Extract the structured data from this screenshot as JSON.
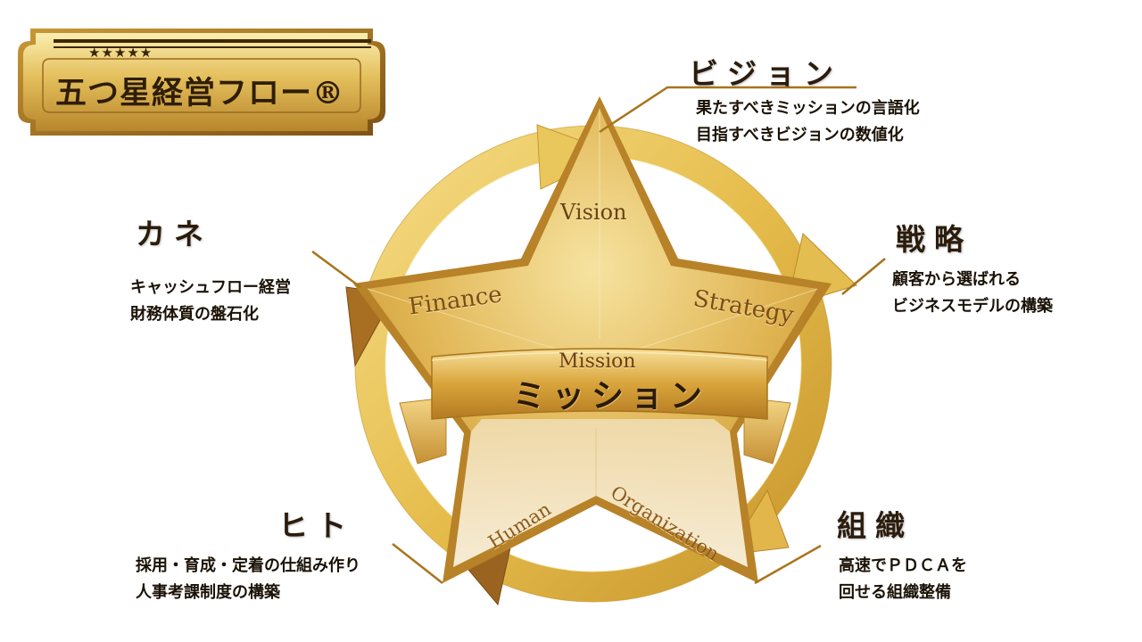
{
  "title": {
    "stars": "★★★★★",
    "text": "五つ星経営フロー®"
  },
  "star": {
    "vision": "Vision",
    "finance": "Finance",
    "strategy": "Strategy",
    "human": "Human",
    "organization": "Organization",
    "mission_en": "Mission",
    "mission_ja": "ミッション"
  },
  "callouts": {
    "vision": {
      "heading": "ビジョン",
      "lines": [
        "果たすべきミッションの言語化",
        "目指すべきビジョンの数値化"
      ]
    },
    "strategy": {
      "heading": "戦略",
      "lines": [
        "顧客から選ばれる",
        "ビジネスモデルの構築"
      ]
    },
    "organization": {
      "heading": "組織",
      "lines": [
        "高速でＰＤＣＡを",
        "回せる組織整備"
      ]
    },
    "human": {
      "heading": "ヒト",
      "lines": [
        "採用・育成・定着の仕組み作り",
        "人事考課制度の構築"
      ]
    },
    "finance": {
      "heading": "カネ",
      "lines": [
        "キャッシュフロー経営",
        "財務体質の盤石化"
      ]
    }
  },
  "colors": {
    "gold_light": "#f3dc8a",
    "gold_mid": "#d9a93a",
    "gold_dark": "#a8741c",
    "brown_text": "#2b1c0c"
  }
}
